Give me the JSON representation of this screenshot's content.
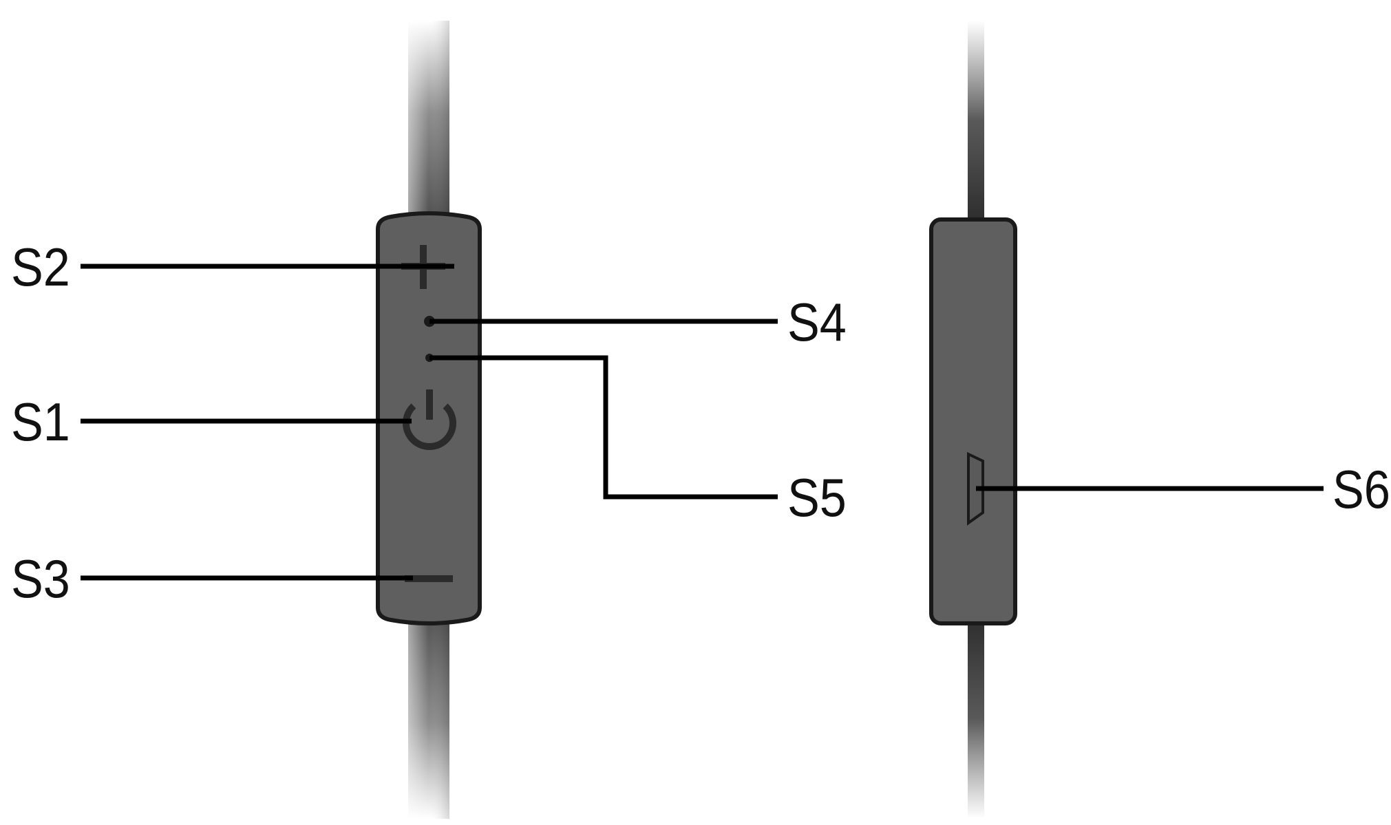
{
  "diagram": {
    "labels": {
      "s1": "S1",
      "s2": "S2",
      "s3": "S3",
      "s4": "S4",
      "s5": "S5",
      "s6": "S6"
    },
    "icons": {
      "volume_up": "plus-icon",
      "power": "power-icon",
      "volume_down": "minus-icon",
      "port": "micro-usb-port-icon"
    },
    "colors": {
      "body": "#5f5f5f",
      "outline": "#1a1a1a",
      "symbol": "#2b2b2b",
      "leader": "#000000"
    }
  }
}
